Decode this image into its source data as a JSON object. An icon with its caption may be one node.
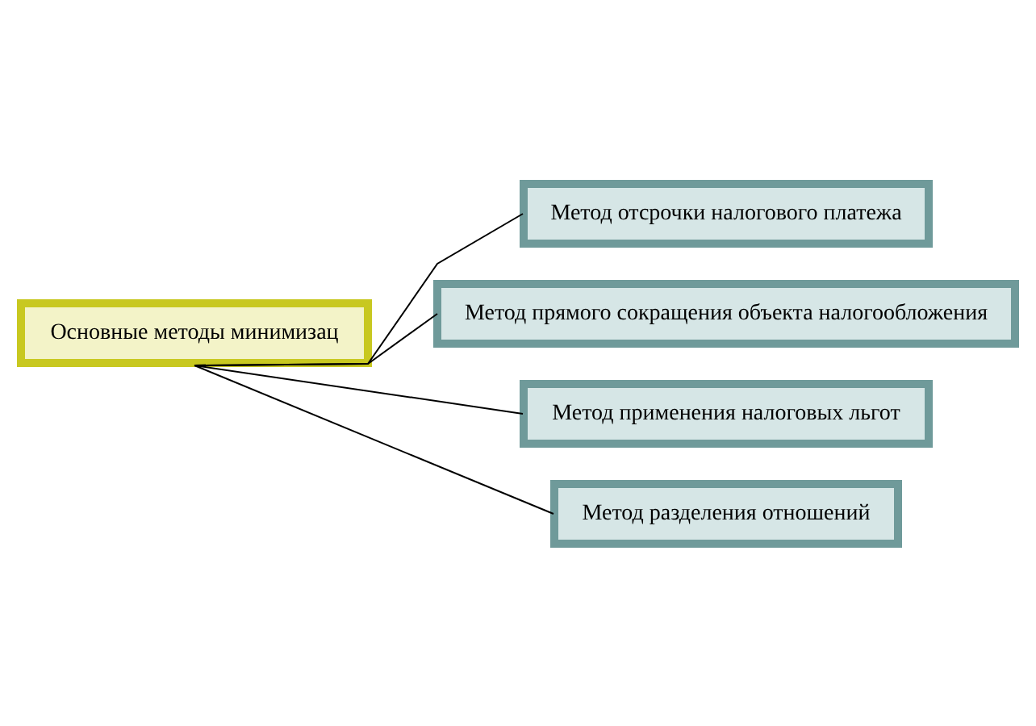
{
  "diagram": {
    "nodes": [
      {
        "text": [
          "Основные методы минимизац"
        ]
      },
      {
        "text": [
          "Метод отсрочки налогового платежа"
        ]
      },
      {
        "text": [
          "Метод прямого сокращения объекта налогообложения"
        ]
      },
      {
        "text": [
          "Метод применения налоговых льгот"
        ]
      },
      {
        "text": [
          "Метод разделения отношений"
        ]
      }
    ],
    "edges": [
      {
        "from": 0,
        "to": 1,
        "arrow": "none"
      },
      {
        "from": 0,
        "to": 2,
        "arrow": "none"
      },
      {
        "from": 0,
        "to": 3,
        "arrow": "none"
      },
      {
        "from": 0,
        "to": 4,
        "arrow": "none"
      }
    ]
  }
}
